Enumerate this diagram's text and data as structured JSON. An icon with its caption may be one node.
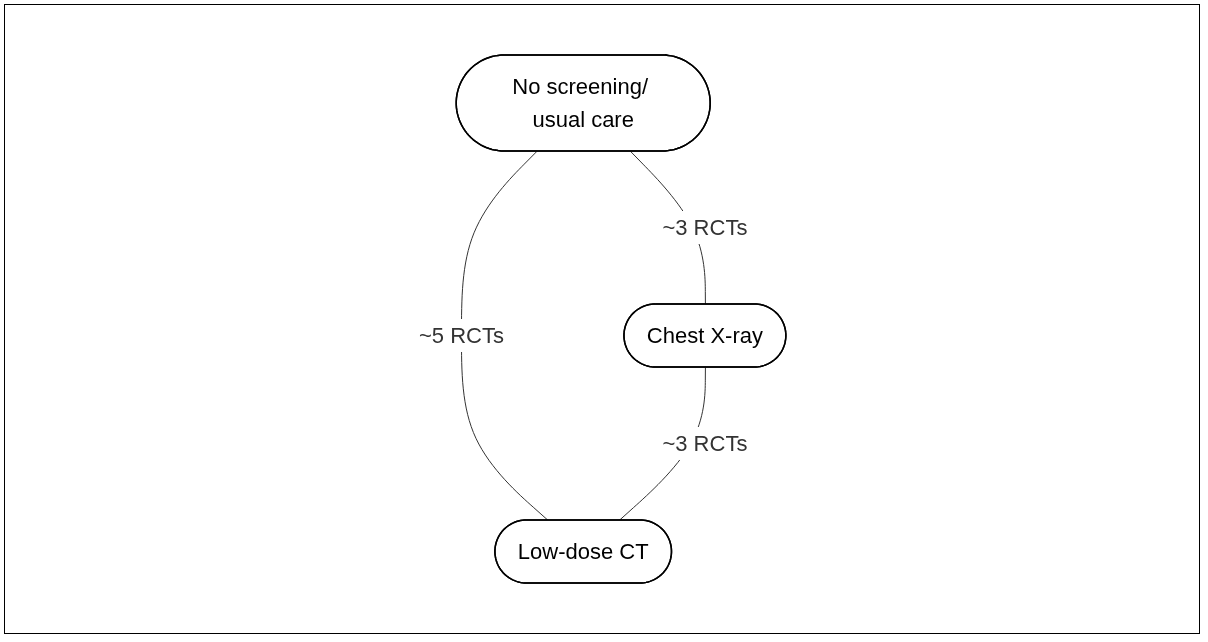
{
  "diagram": {
    "nodes": [
      {
        "text": [
          "No screening/ usual care"
        ]
      },
      {
        "text": [
          "Chest X-ray"
        ]
      },
      {
        "text": [
          "Low-dose CT"
        ]
      }
    ],
    "edges": [
      {
        "from": 0,
        "to": 1,
        "arrow": "none",
        "label": "~3 RCTs"
      },
      {
        "from": 0,
        "to": 2,
        "arrow": "none",
        "label": "~5 RCTs"
      },
      {
        "from": 1,
        "to": 2,
        "arrow": "none",
        "label": "~3 RCTs"
      }
    ]
  }
}
